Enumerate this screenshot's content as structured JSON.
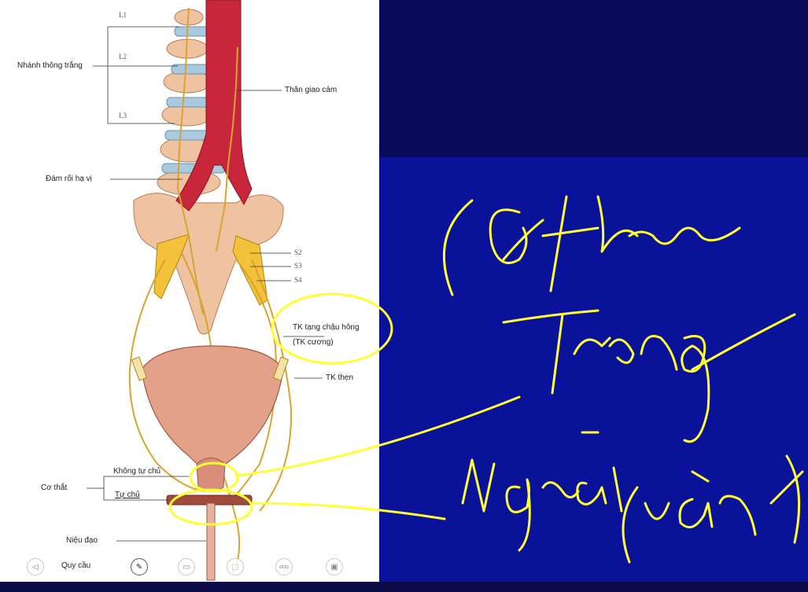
{
  "figure": {
    "labels": {
      "L1": "L1",
      "L2": "L2",
      "L3": "L3",
      "nhanh_thong_trang": "Nhánh thông trắng",
      "than_giao_cam": "Thân giao cảm",
      "dam_roi_ha_vi": "Đám rối hạ vị",
      "S2": "S2",
      "S3": "S3",
      "S4": "S4",
      "tk_tang_chau_hong": "TK tạng chậu hông",
      "tk_cuong": "(TK cương)",
      "tk_then": "TK thẹn",
      "khong_tu_chu": "Không tự chủ",
      "co_that": "Cơ thắt",
      "tu_chu": "Tự chủ",
      "nieu_dao": "Niệu đạo",
      "quy_cau": "Quy cầu"
    }
  },
  "toolbar": {
    "buttons": [
      {
        "name": "back-button",
        "icon": "triangle-left-icon",
        "glyph": "◁"
      },
      {
        "name": "pen-button",
        "icon": "pen-icon",
        "glyph": "✎"
      },
      {
        "name": "slides-button",
        "icon": "slides-icon",
        "glyph": "▭"
      },
      {
        "name": "pointer-button",
        "icon": "pointer-icon",
        "glyph": "⬚"
      },
      {
        "name": "more-button",
        "icon": "more-icon",
        "glyph": "ooo"
      },
      {
        "name": "display-button",
        "icon": "display-icon",
        "glyph": "▣"
      }
    ]
  },
  "handwriting": {
    "color": "#ffff33",
    "text_lines": [
      "(Cơ trơn",
      "Trong",
      "Ngoài",
      "(vân)"
    ]
  },
  "colors": {
    "slide_dark": "#0a0a5a",
    "slide_blue": "#0a1299",
    "artery_red": "#c8273b",
    "nerve_yellow": "#e8b83a",
    "bladder_pink": "#e3a189",
    "bone_tan": "#efc2a0",
    "disc_blue": "#a9c9df",
    "ink_yellow": "#ffff33"
  }
}
